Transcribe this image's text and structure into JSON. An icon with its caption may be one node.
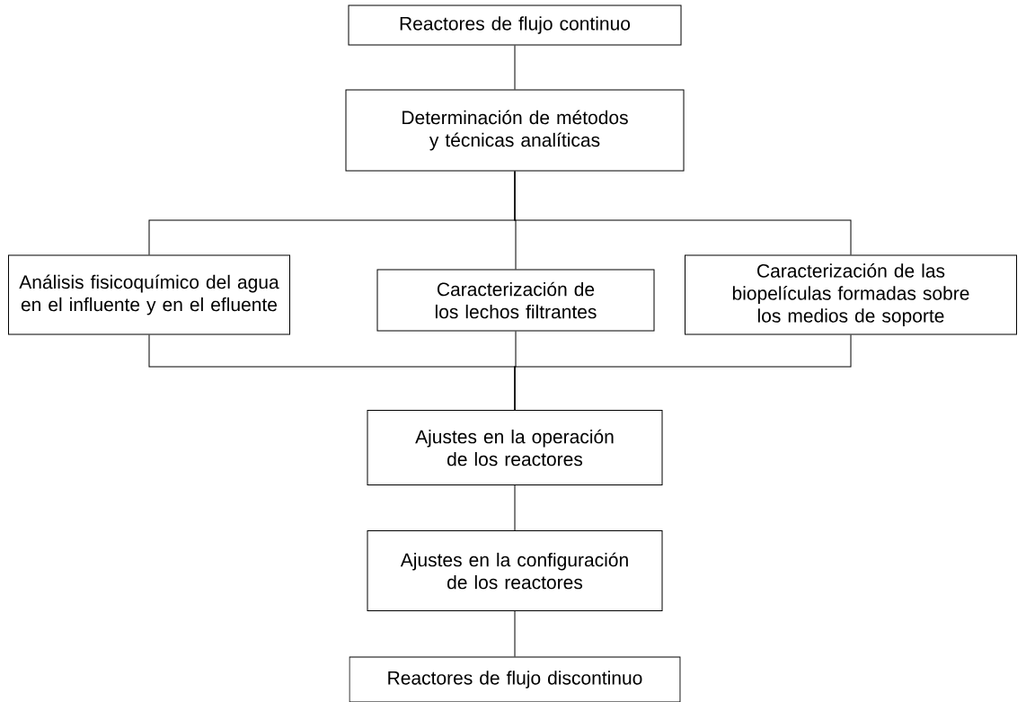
{
  "diagram": {
    "nodes": [
      {
        "text": [
          "Reactores de flujo continuo"
        ]
      },
      {
        "text": [
          "Determinación de métodos y técnicas analíticas"
        ]
      },
      {
        "text": [
          "Análisis fisicoquímico del agua en el influente y en el efluente"
        ]
      },
      {
        "text": [
          "Caracterización de los lechos filtrantes"
        ]
      },
      {
        "text": [
          "Caracterización de las biopelículas formadas sobre los medios de soporte"
        ]
      },
      {
        "text": [
          "Ajustes en la operación de los reactores"
        ]
      },
      {
        "text": [
          "Ajustes en la configuración de los reactores"
        ]
      },
      {
        "text": [
          "Reactores de flujo discontinuo"
        ]
      }
    ],
    "edges": [
      {
        "from": 0,
        "to": 1,
        "arrow": "none"
      },
      {
        "from": 1,
        "to": 2,
        "arrow": "none"
      },
      {
        "from": 1,
        "to": 3,
        "arrow": "none"
      },
      {
        "from": 1,
        "to": 4,
        "arrow": "none"
      },
      {
        "from": 2,
        "to": 5,
        "arrow": "none"
      },
      {
        "from": 3,
        "to": 5,
        "arrow": "none"
      },
      {
        "from": 4,
        "to": 5,
        "arrow": "none"
      },
      {
        "from": 5,
        "to": 6,
        "arrow": "none"
      },
      {
        "from": 6,
        "to": 7,
        "arrow": "none"
      }
    ]
  }
}
